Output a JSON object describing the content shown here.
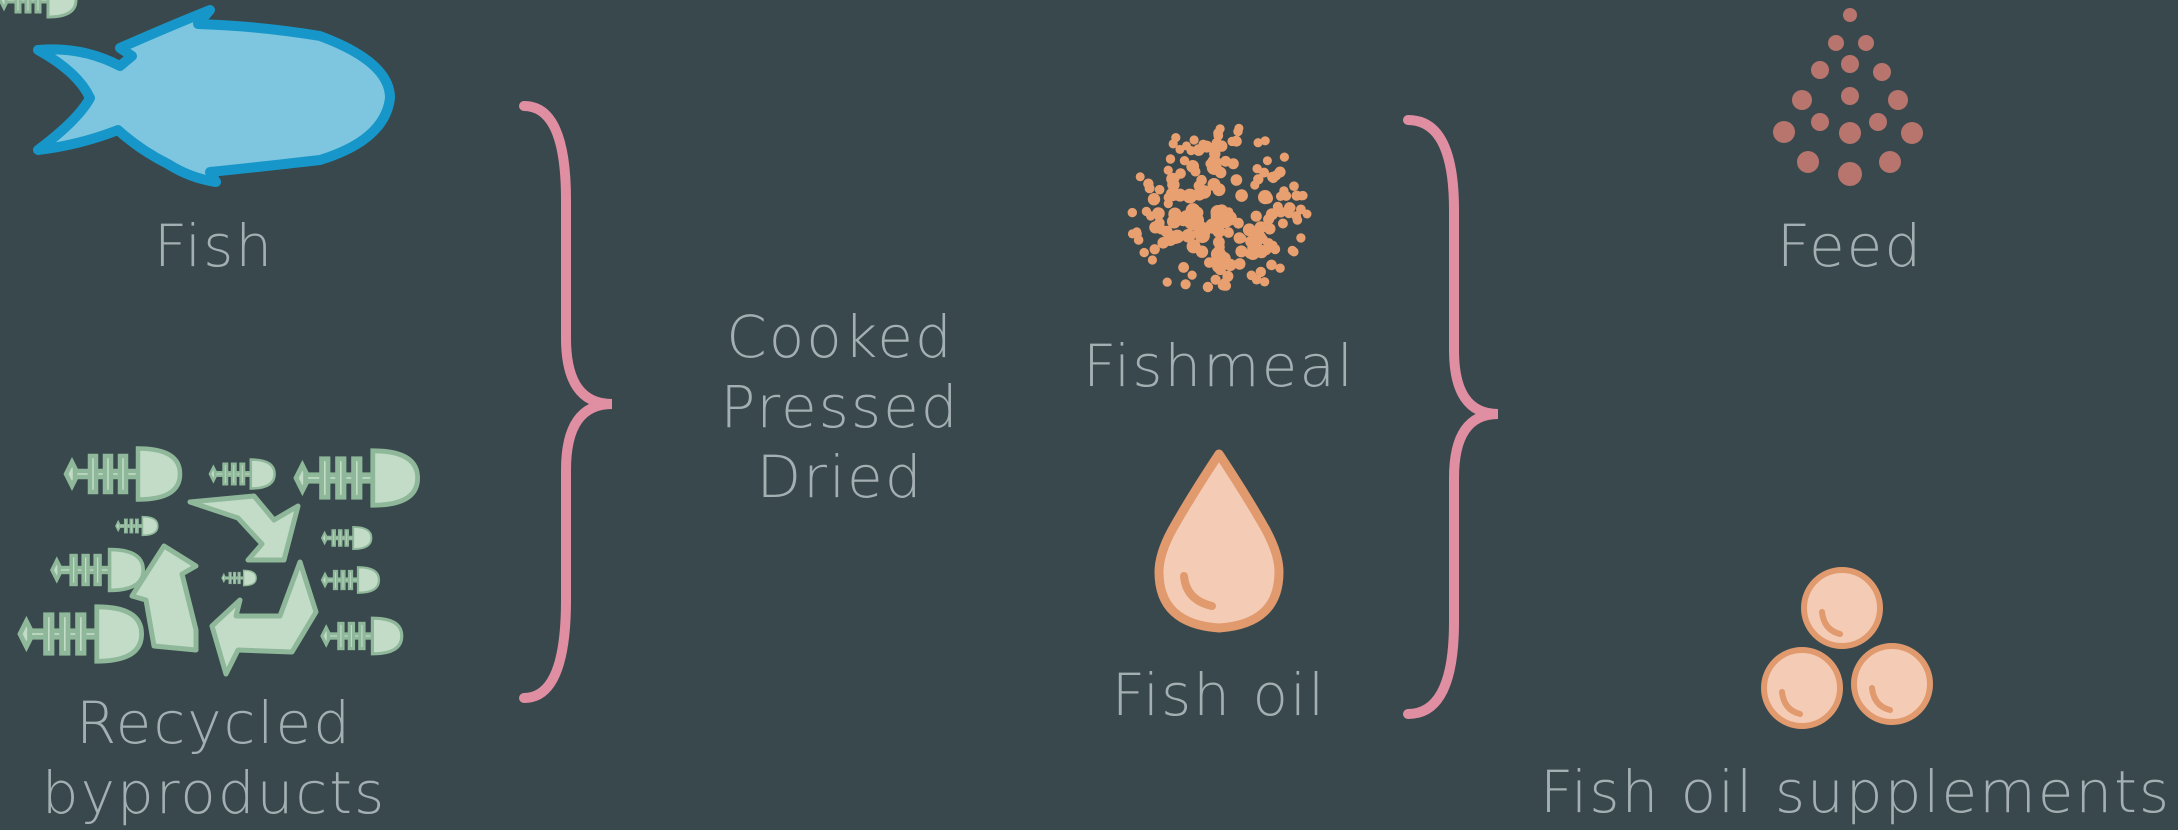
{
  "inputs": {
    "fish": "Fish",
    "recycled_line1": "Recycled",
    "recycled_line2": "byproducts"
  },
  "process": {
    "step1": "Cooked",
    "step2": "Pressed",
    "step3": "Dried"
  },
  "intermediates": {
    "fishmeal": "Fishmeal",
    "fish_oil": "Fish oil"
  },
  "outputs": {
    "feed": "Feed",
    "supplements": "Fish oil supplements"
  },
  "colors": {
    "background": "#39484c",
    "text": "#a3afb3",
    "brace": "#e08fa2",
    "fish_fill": "#7ec6e0",
    "fish_outline": "#1797c9",
    "recycle": "#c3dcc8",
    "recycle_outline": "#8fb89a",
    "fishmeal": "#e9a070",
    "oil_fill": "#f4cbb5",
    "oil_outline": "#e09a6e",
    "feed": "#b7756e"
  },
  "icons": [
    "fish-icon",
    "recycled-byproducts-icon",
    "fishmeal-icon",
    "fish-oil-drop-icon",
    "feed-pellets-icon",
    "supplements-icon"
  ]
}
